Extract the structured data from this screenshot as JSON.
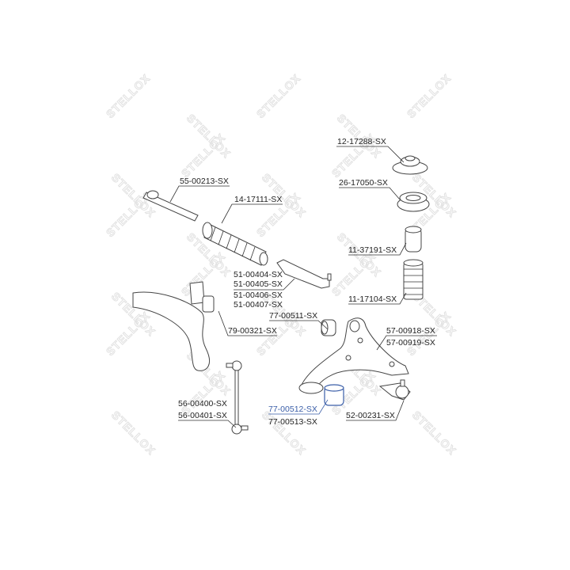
{
  "watermark": "STELLOX",
  "highlight_color": "#3a5ea8",
  "parts": [
    {
      "id": "strut-mount",
      "label": "12-17288-SX"
    },
    {
      "id": "strut-bearing",
      "label": "26-17050-SX"
    },
    {
      "id": "inner-tie-rod",
      "label": "55-00213-SX"
    },
    {
      "id": "steering-boot",
      "label": "14-17111-SX"
    },
    {
      "id": "bump-stop",
      "label": "11-37191-SX"
    },
    {
      "id": "tie-rod-end",
      "labels": [
        "51-00404-SX",
        "51-00405-SX",
        "51-00406-SX",
        "51-00407-SX"
      ]
    },
    {
      "id": "shock-boot",
      "label": "11-17104-SX"
    },
    {
      "id": "arm-bushing-front",
      "label": "77-00511-SX"
    },
    {
      "id": "stabilizer-bushing",
      "label": "79-00321-SX"
    },
    {
      "id": "control-arm",
      "labels": [
        "57-00918-SX",
        "57-00919-SX"
      ]
    },
    {
      "id": "stabilizer-link",
      "labels": [
        "56-00400-SX",
        "56-00401-SX"
      ]
    },
    {
      "id": "arm-bushing-rear",
      "labels": [
        "77-00512-SX",
        "77-00513-SX"
      ]
    },
    {
      "id": "ball-joint",
      "label": "52-00231-SX"
    }
  ]
}
